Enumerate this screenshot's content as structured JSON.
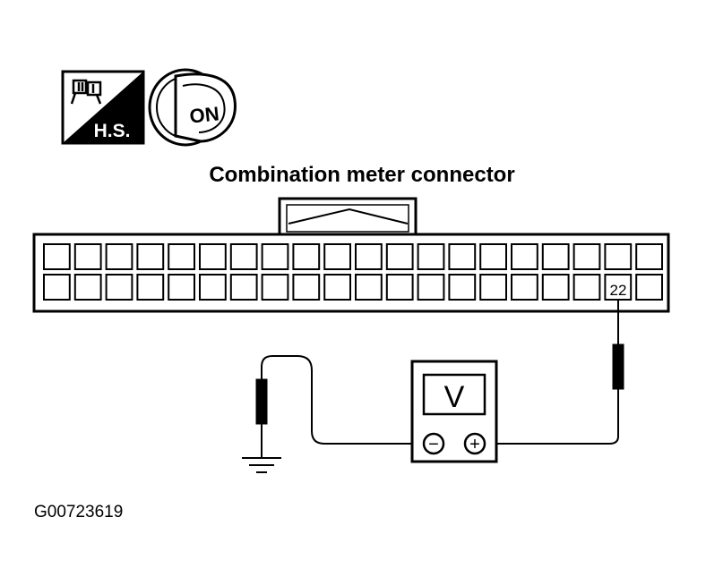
{
  "badge": {
    "label": "H.S."
  },
  "ignition": {
    "label": "ON"
  },
  "connector": {
    "title": "Combination meter connector",
    "pin_label": "22",
    "rows": 2,
    "columns": 20,
    "probed_pin_column": 19
  },
  "meter": {
    "label": "V",
    "negative_symbol": "−",
    "positive_symbol": "+"
  },
  "figure": {
    "code": "G00723619"
  },
  "colors": {
    "ink": "#000000",
    "paper": "#ffffff"
  }
}
